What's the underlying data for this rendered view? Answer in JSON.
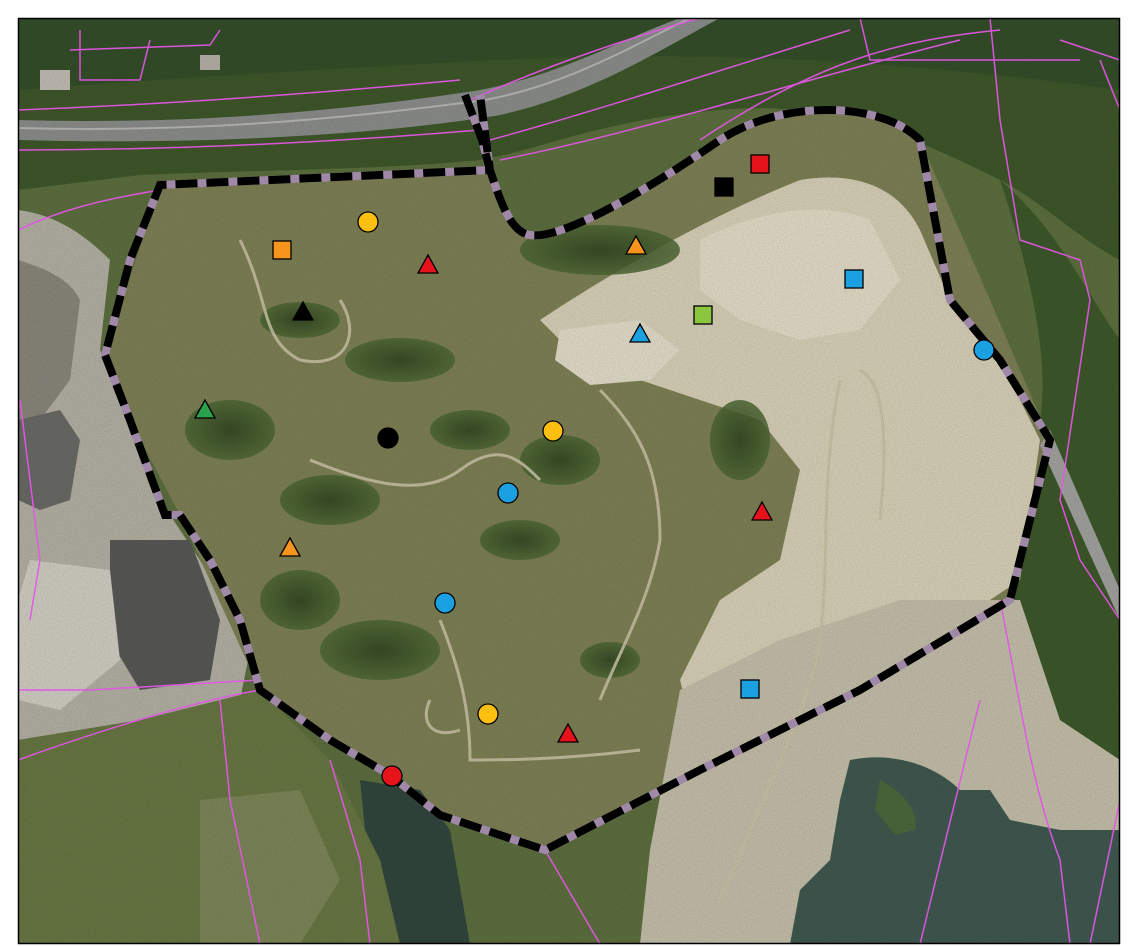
{
  "map": {
    "kind": "aerial-orthophoto",
    "colors": {
      "frame": "#000000",
      "vegetation_dark": "#3f5a2a",
      "vegetation_mid": "#6f7a45",
      "grassland": "#8a8a5c",
      "quarry_sand": "#e3dcc2",
      "water": "#3e5a52",
      "road": "#9a9a98",
      "parcel_lines": "#e455e6",
      "study_boundary": "#000000",
      "boundary_gaps": "#a088a8"
    },
    "boundary": {
      "label": "study-area-boundary",
      "style": "dashed"
    },
    "marker_colors": {
      "red": "#e6141a",
      "orange": "#f7941d",
      "yellow": "#fdc010",
      "blue": "#1ba1e2",
      "green": "#2aa14a",
      "light_green": "#8cc63f",
      "black": "#000000"
    },
    "markers": [
      {
        "shape": "square",
        "color": "red"
      },
      {
        "shape": "square",
        "color": "black"
      },
      {
        "shape": "circle",
        "color": "yellow"
      },
      {
        "shape": "square",
        "color": "orange"
      },
      {
        "shape": "triangle",
        "color": "red"
      },
      {
        "shape": "triangle",
        "color": "orange"
      },
      {
        "shape": "square",
        "color": "blue"
      },
      {
        "shape": "triangle",
        "color": "black"
      },
      {
        "shape": "square",
        "color": "light_green"
      },
      {
        "shape": "triangle",
        "color": "blue"
      },
      {
        "shape": "circle",
        "color": "blue"
      },
      {
        "shape": "triangle",
        "color": "green"
      },
      {
        "shape": "circle",
        "color": "black"
      },
      {
        "shape": "circle",
        "color": "yellow"
      },
      {
        "shape": "circle",
        "color": "blue"
      },
      {
        "shape": "triangle",
        "color": "red"
      },
      {
        "shape": "triangle",
        "color": "orange"
      },
      {
        "shape": "circle",
        "color": "blue"
      },
      {
        "shape": "square",
        "color": "blue"
      },
      {
        "shape": "circle",
        "color": "yellow"
      },
      {
        "shape": "triangle",
        "color": "red"
      },
      {
        "shape": "circle",
        "color": "red"
      }
    ]
  }
}
